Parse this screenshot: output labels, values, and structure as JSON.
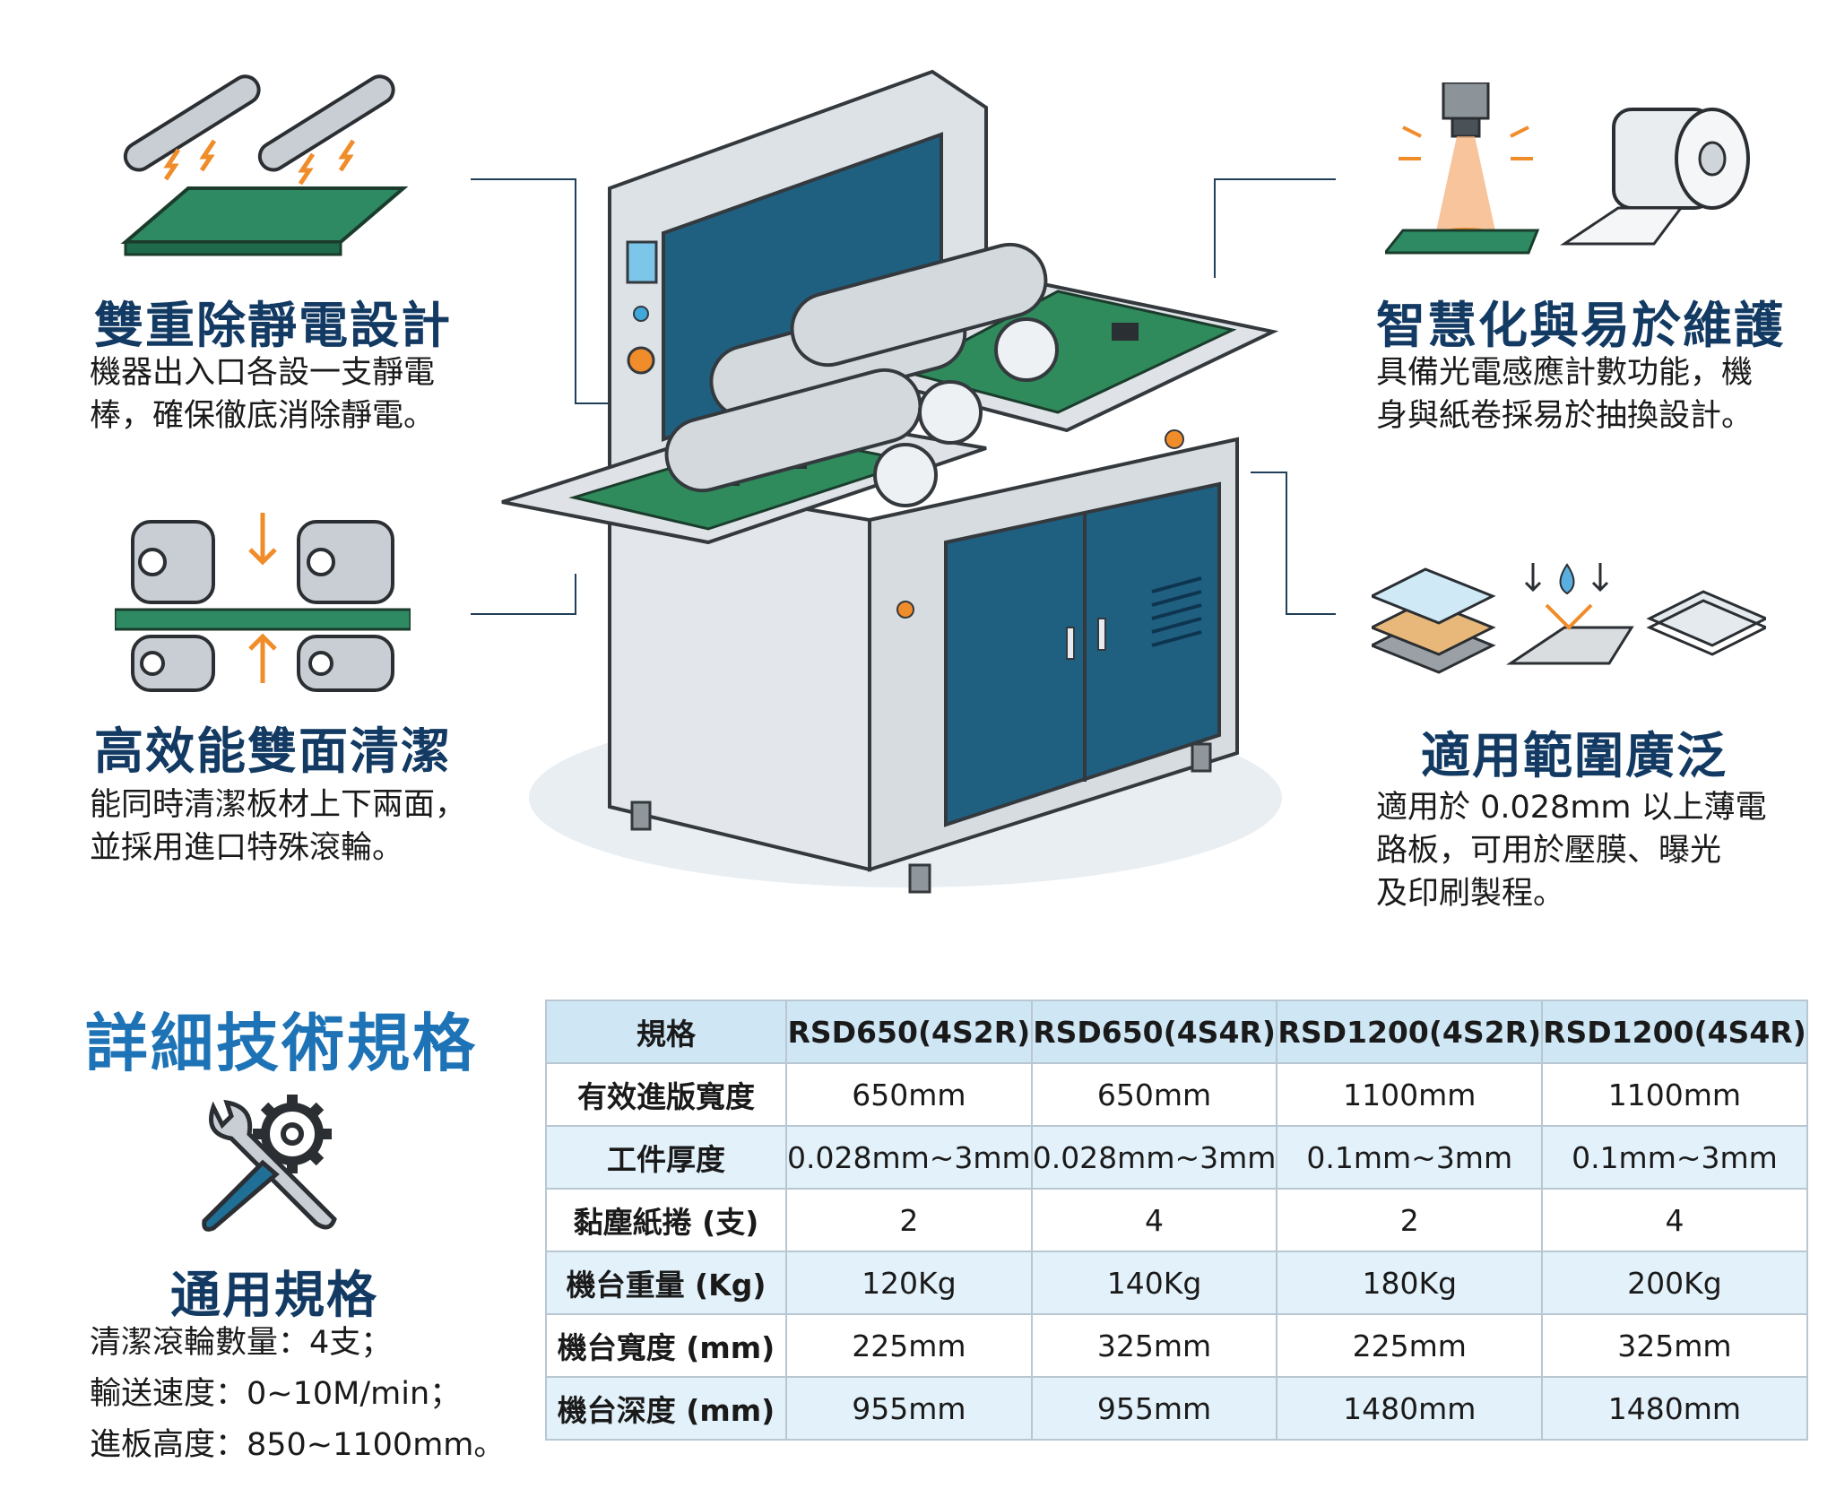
{
  "features": [
    {
      "title": "雙重除靜電設計",
      "desc": [
        "機器出入口各設一支靜電",
        "棒，確保徹底消除靜電。"
      ],
      "icon": "static-bars-icon"
    },
    {
      "title": "高效能雙面清潔",
      "desc": [
        "能同時清潔板材上下兩面，",
        "並採用進口特殊滾輪。"
      ],
      "icon": "double-roller-icon"
    },
    {
      "title": "智慧化與易於維護",
      "desc": [
        "具備光電感應計數功能，機",
        "身與紙卷採易於抽換設計。"
      ],
      "icon": "sensor-roll-icon"
    },
    {
      "title": "適用範圍廣泛",
      "desc": [
        "適用於 0.028mm 以上薄電",
        "路板，可用於壓膜、曝光",
        "及印刷製程。"
      ],
      "icon": "layers-icon"
    }
  ],
  "specs": {
    "title": "詳細技術規格",
    "general_title": "通用規格",
    "general_lines": [
      "清潔滾輪數量：4支；",
      "輸送速度：0~10M/min；",
      "進板高度：850~1100mm。"
    ],
    "table": {
      "headers": [
        "規格",
        "RSD650(4S2R)",
        "RSD650(4S4R)",
        "RSD1200(4S2R)",
        "RSD1200(4S4R)"
      ],
      "rows": [
        [
          "有效進版寬度",
          "650mm",
          "650mm",
          "1100mm",
          "1100mm"
        ],
        [
          "工件厚度",
          "0.028mm~3mm",
          "0.028mm~3mm",
          "0.1mm~3mm",
          "0.1mm~3mm"
        ],
        [
          "黏塵紙捲 (支)",
          "2",
          "4",
          "2",
          "4"
        ],
        [
          "機台重量 (Kg)",
          "120Kg",
          "140Kg",
          "180Kg",
          "200Kg"
        ],
        [
          "機台寬度 (mm)",
          "225mm",
          "325mm",
          "225mm",
          "325mm"
        ],
        [
          "機台深度 (mm)",
          "955mm",
          "955mm",
          "1480mm",
          "1480mm"
        ]
      ]
    }
  },
  "colors": {
    "navy": "#123a63",
    "blue": "#1d73b5",
    "teal": "#1f5f80",
    "pcb": "#2f8a5c",
    "orange": "#f08c2a"
  }
}
